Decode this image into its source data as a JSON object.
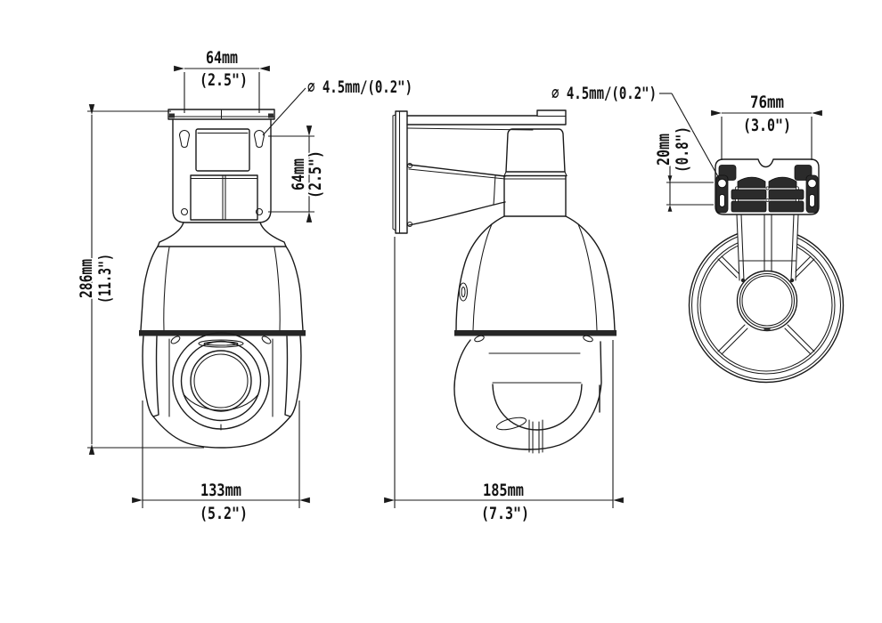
{
  "page": {
    "background_color": "#ffffff",
    "line_color": "#1a1a1a",
    "drawing_type": "PTZ camera dimensional drawing, three orthographic views"
  },
  "dimensions": {
    "front": {
      "bracket_hole_spacing_horizontal": {
        "mm": "64mm",
        "inch": "(2.5\")"
      },
      "bracket_hole_spacing_vertical": {
        "mm": "64mm",
        "inch": "(2.5\")"
      },
      "mounting_hole_diameter": "∅ 4.5mm/(0.2\")",
      "overall_height": {
        "mm": "286mm",
        "inch": "(11.3\")"
      },
      "body_width": {
        "mm": "133mm",
        "inch": "(5.2\")"
      }
    },
    "side": {
      "overall_depth": {
        "mm": "185mm",
        "inch": "(7.3\")"
      }
    },
    "rear": {
      "mounting_hole_diameter": "∅ 4.5mm/(0.2\")",
      "bracket_width": {
        "mm": "76mm",
        "inch": "(3.0\")"
      },
      "bracket_hole_offset": {
        "mm": "20mm",
        "inch": "(0.8\")"
      }
    }
  }
}
